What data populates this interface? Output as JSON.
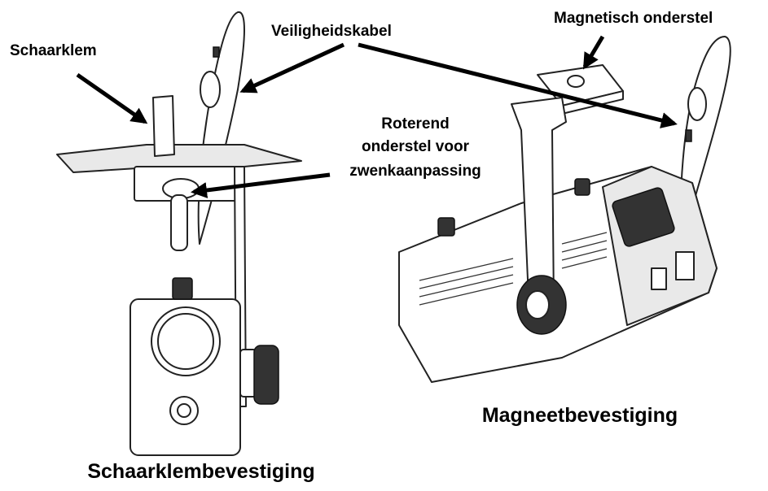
{
  "labels": {
    "scissor_clamp": "Schaarklem",
    "safety_cable": "Veiligheidskabel",
    "magnetic_base": "Magnetisch onderstel",
    "rotating_base_line1": "Roterend",
    "rotating_base_line2": "onderstel voor",
    "rotating_base_line3": "zwenkaanpassing"
  },
  "captions": {
    "clamp_mount": "Schaarklembevestiging",
    "magnet_mount": "Magneetbevestiging"
  },
  "colors": {
    "ink": "#222222",
    "background": "#ffffff",
    "arrow": "#000000"
  }
}
